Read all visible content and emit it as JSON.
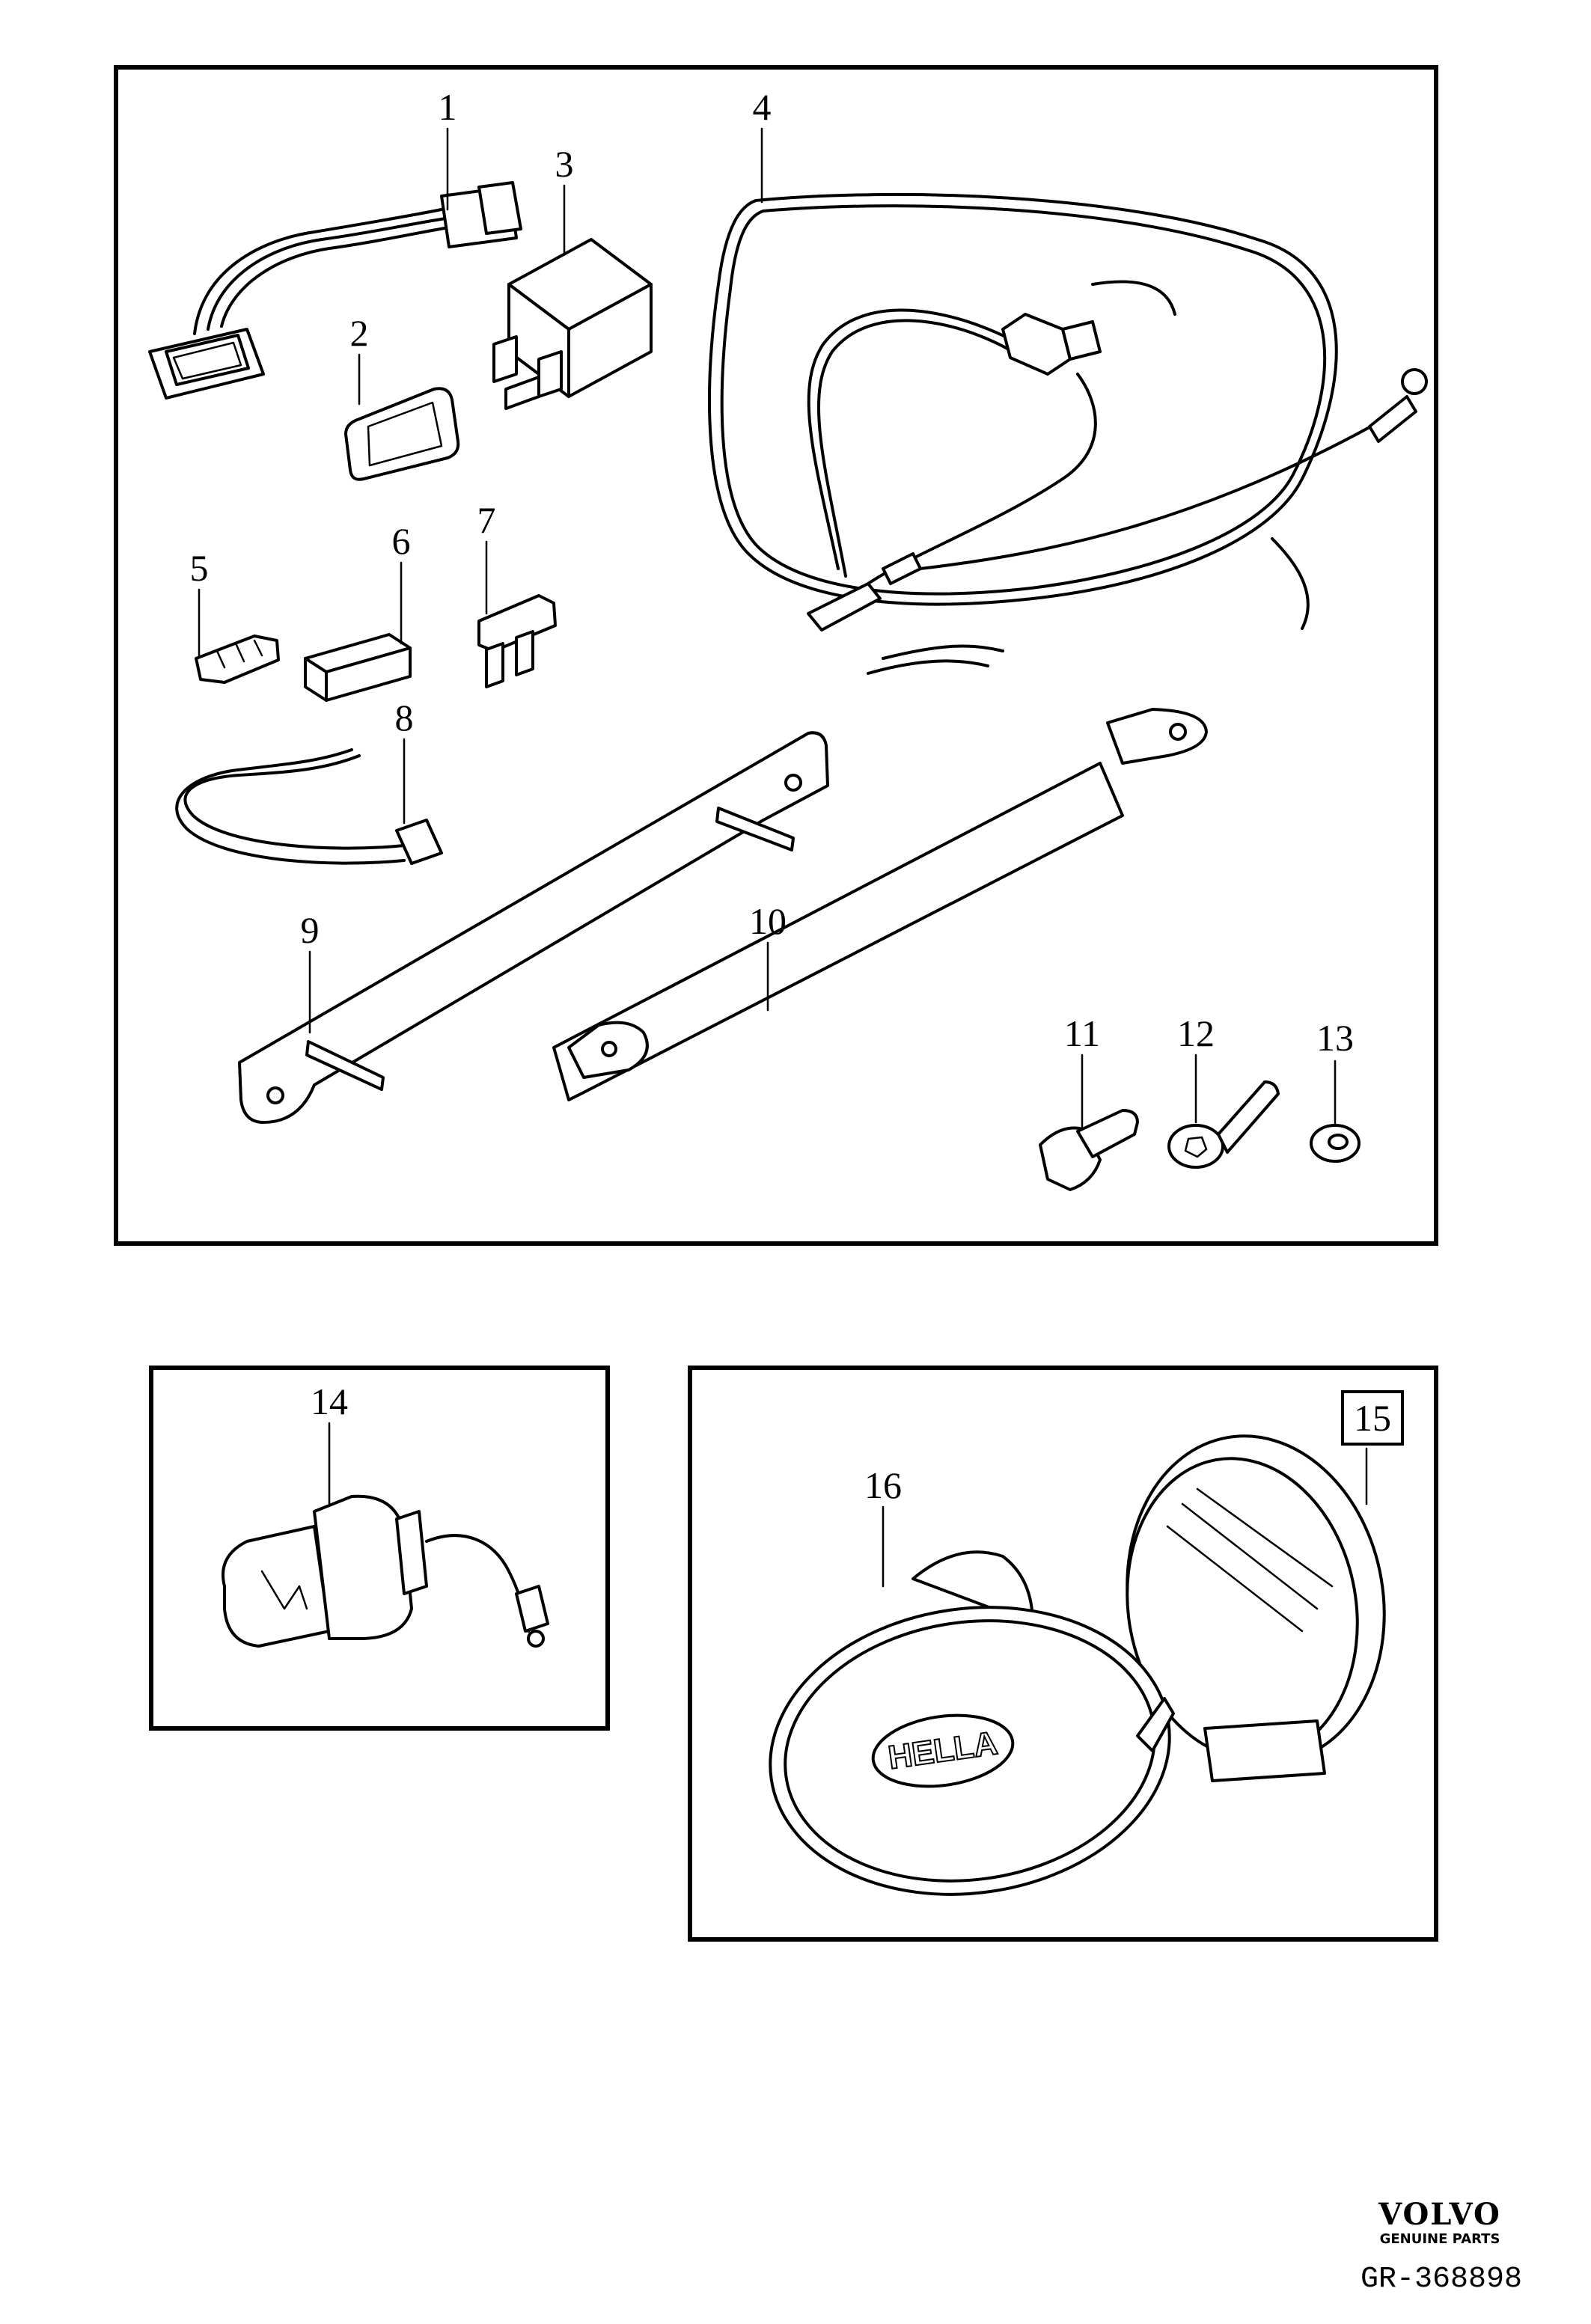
{
  "callouts": {
    "c1": "1",
    "c2": "2",
    "c3": "3",
    "c4": "4",
    "c5": "5",
    "c6": "6",
    "c7": "7",
    "c8": "8",
    "c9": "9",
    "c10": "10",
    "c11": "11",
    "c12": "12",
    "c13": "13",
    "c14": "14",
    "c15": "15",
    "c16": "16"
  },
  "lamp_logo_text": "HELLA",
  "footer": {
    "brand": "VOLVO",
    "brand_sub": "GENUINE PARTS",
    "drawing_number": "GR-368898"
  }
}
